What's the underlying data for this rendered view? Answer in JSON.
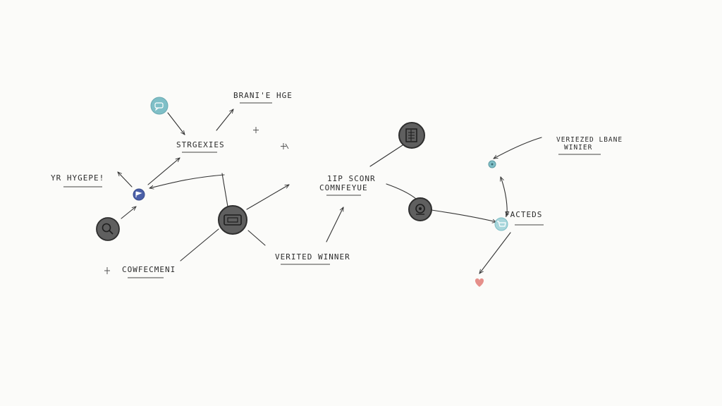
{
  "labels": {
    "brand": "BRANI'E HGE",
    "strategies": "STRGEXIES",
    "hypothesis": "YR HYGEPE!",
    "confidence": "COWFECMENI",
    "verified_winner": "VERITED WINNER",
    "scoring_line1": "1IP SCONR",
    "scoring_line2": "COMNFEYUE",
    "verified_lane_line1": "VERIEZED LBANE",
    "verified_lane_line2": "WINIER",
    "facteds": "FACTEDS"
  },
  "colors": {
    "dark_node": "#5f5f5f",
    "teal_node": "#7fbfc7",
    "blue_node": "#4a5fa8",
    "heart": "#e58f8a"
  },
  "icons": {
    "top_teal": "chat-icon",
    "blue_small": "flag-icon",
    "left_dark": "search-icon",
    "center_dark": "ticket-icon",
    "top_right_dark": "document-icon",
    "right_dark": "gear-icon",
    "small_teal": "dot-icon",
    "facteds_teal": "cart-icon",
    "heart": "heart-icon"
  }
}
